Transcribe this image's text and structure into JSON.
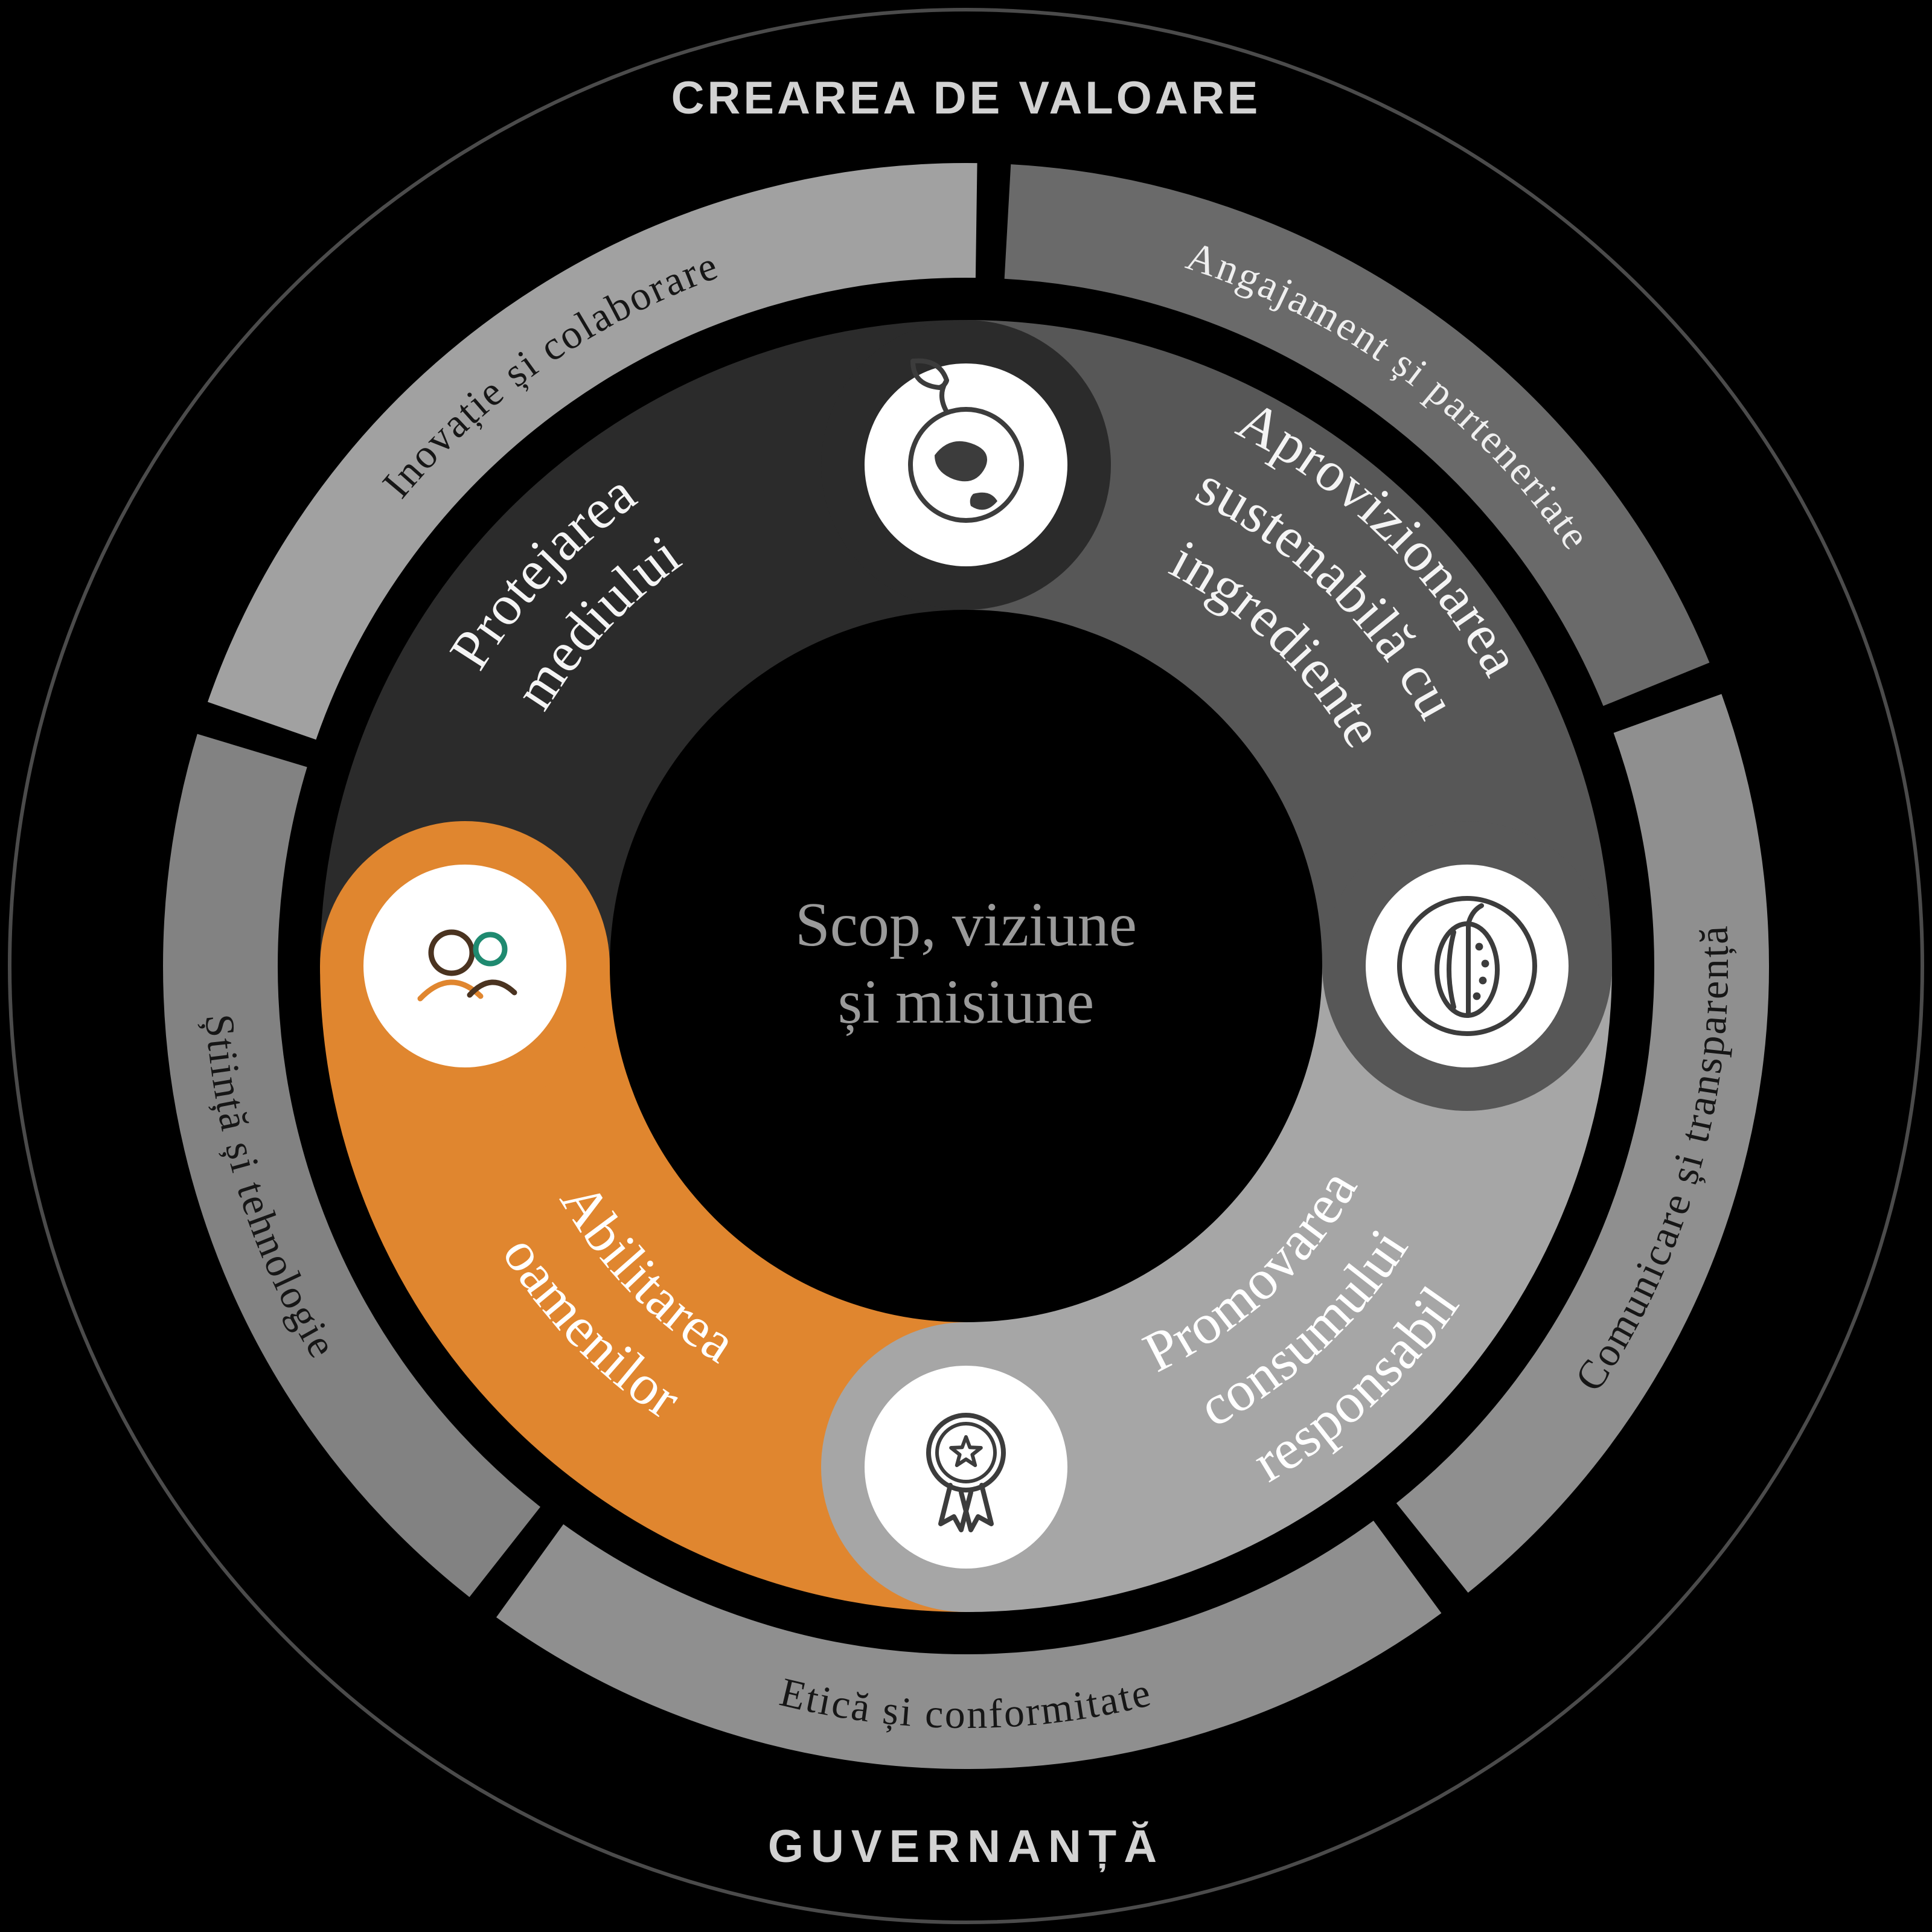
{
  "colors": {
    "background": "#000000",
    "outer_circle": "#4B4B4B",
    "icon_stroke": "#3C3C3C",
    "icon_brown": "#4A3320",
    "icon_teal": "#1F8A70",
    "icon_disc": "#FFFFFF",
    "accent_orange": "#E0862F"
  },
  "outer_ring": {
    "top_label": "CREAREA DE VALOARE",
    "bottom_label": "GUVERNANȚĂ",
    "label_color": "#D2D2D2"
  },
  "middle_ring": {
    "segments": [
      {
        "id": "inovatie",
        "label": "Inovație și colaborare",
        "color": "#A1A1A1",
        "text_color": "#161616"
      },
      {
        "id": "angajament",
        "label": "Angajament și parteneriate",
        "color": "#6A6A6A",
        "text_color": "#EFEFEF"
      },
      {
        "id": "comunicare",
        "label": "Comunicare și transparență",
        "color": "#8F8F8F",
        "text_color": "#161616"
      },
      {
        "id": "etica",
        "label": "Etică și conformitate",
        "color": "#8F8F8F",
        "text_color": "#161616"
      },
      {
        "id": "stiinta",
        "label": "Știință și tehnologie",
        "color": "#828282",
        "text_color": "#161616"
      }
    ]
  },
  "inner_ring": {
    "segments": [
      {
        "id": "protejarea-mediului",
        "lines": [
          "Protejarea",
          "mediului"
        ],
        "color": "#2B2B2B",
        "text_color": "#F4F4F4",
        "icon": "globe-leaf-icon"
      },
      {
        "id": "aprovizionarea",
        "lines": [
          "Aprovizionarea",
          "sustenabilă cu",
          "ingrediente"
        ],
        "color": "#575757",
        "text_color": "#F4F4F4",
        "icon": "cocoa-pod-icon"
      },
      {
        "id": "promovarea",
        "lines": [
          "Promovarea",
          "consumului",
          "responsabil"
        ],
        "color": "#A6A6A6",
        "text_color": "#FFFFFF",
        "icon": "award-medal-icon"
      },
      {
        "id": "abilitarea",
        "lines": [
          "Abilitarea",
          "oamenilor"
        ],
        "color": "#E0862F",
        "text_color": "#FFFFFF",
        "icon": "people-icon"
      }
    ]
  },
  "center": {
    "lines": [
      "Scop, viziune",
      "și misiune"
    ],
    "text_color": "#9A9A9A"
  }
}
